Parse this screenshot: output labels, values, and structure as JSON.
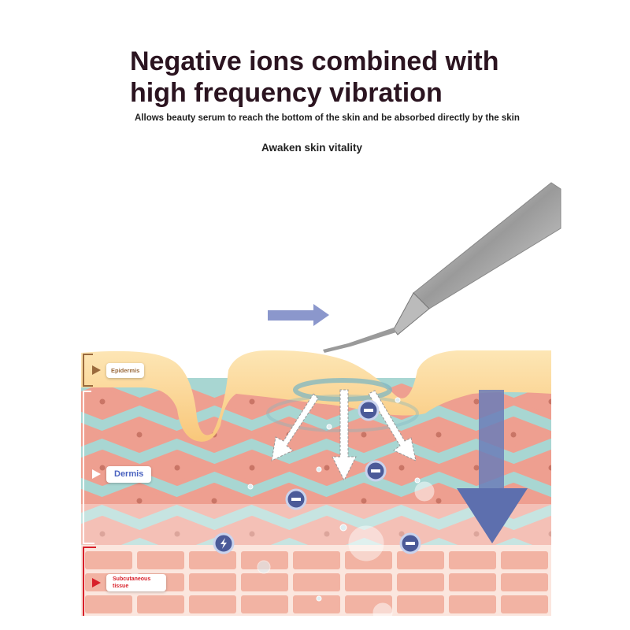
{
  "header": {
    "title_line1": "Negative ions combined with",
    "title_line2": "high frequency vibration",
    "subtitle": "Allows beauty serum to reach the bottom of the skin and be absorbed directly by the skin",
    "tagline": "Awaken skin vitality"
  },
  "layers": {
    "epidermis": "Epidermis",
    "dermis": "Dermis",
    "subcutaneous": "Subcutaneous tissue"
  },
  "colors": {
    "epidermis": "#fbd99a",
    "dermis_cell": "#ee9f90",
    "dermis_bg": "#a8d6d2",
    "subcutaneous": "#f2b3a3",
    "arrow": "#6b7db8",
    "ion": "#4b5a98",
    "epidermis_marker": "#9a6a3c",
    "subcutaneous_marker": "#d8202a",
    "title": "#2b1420"
  }
}
